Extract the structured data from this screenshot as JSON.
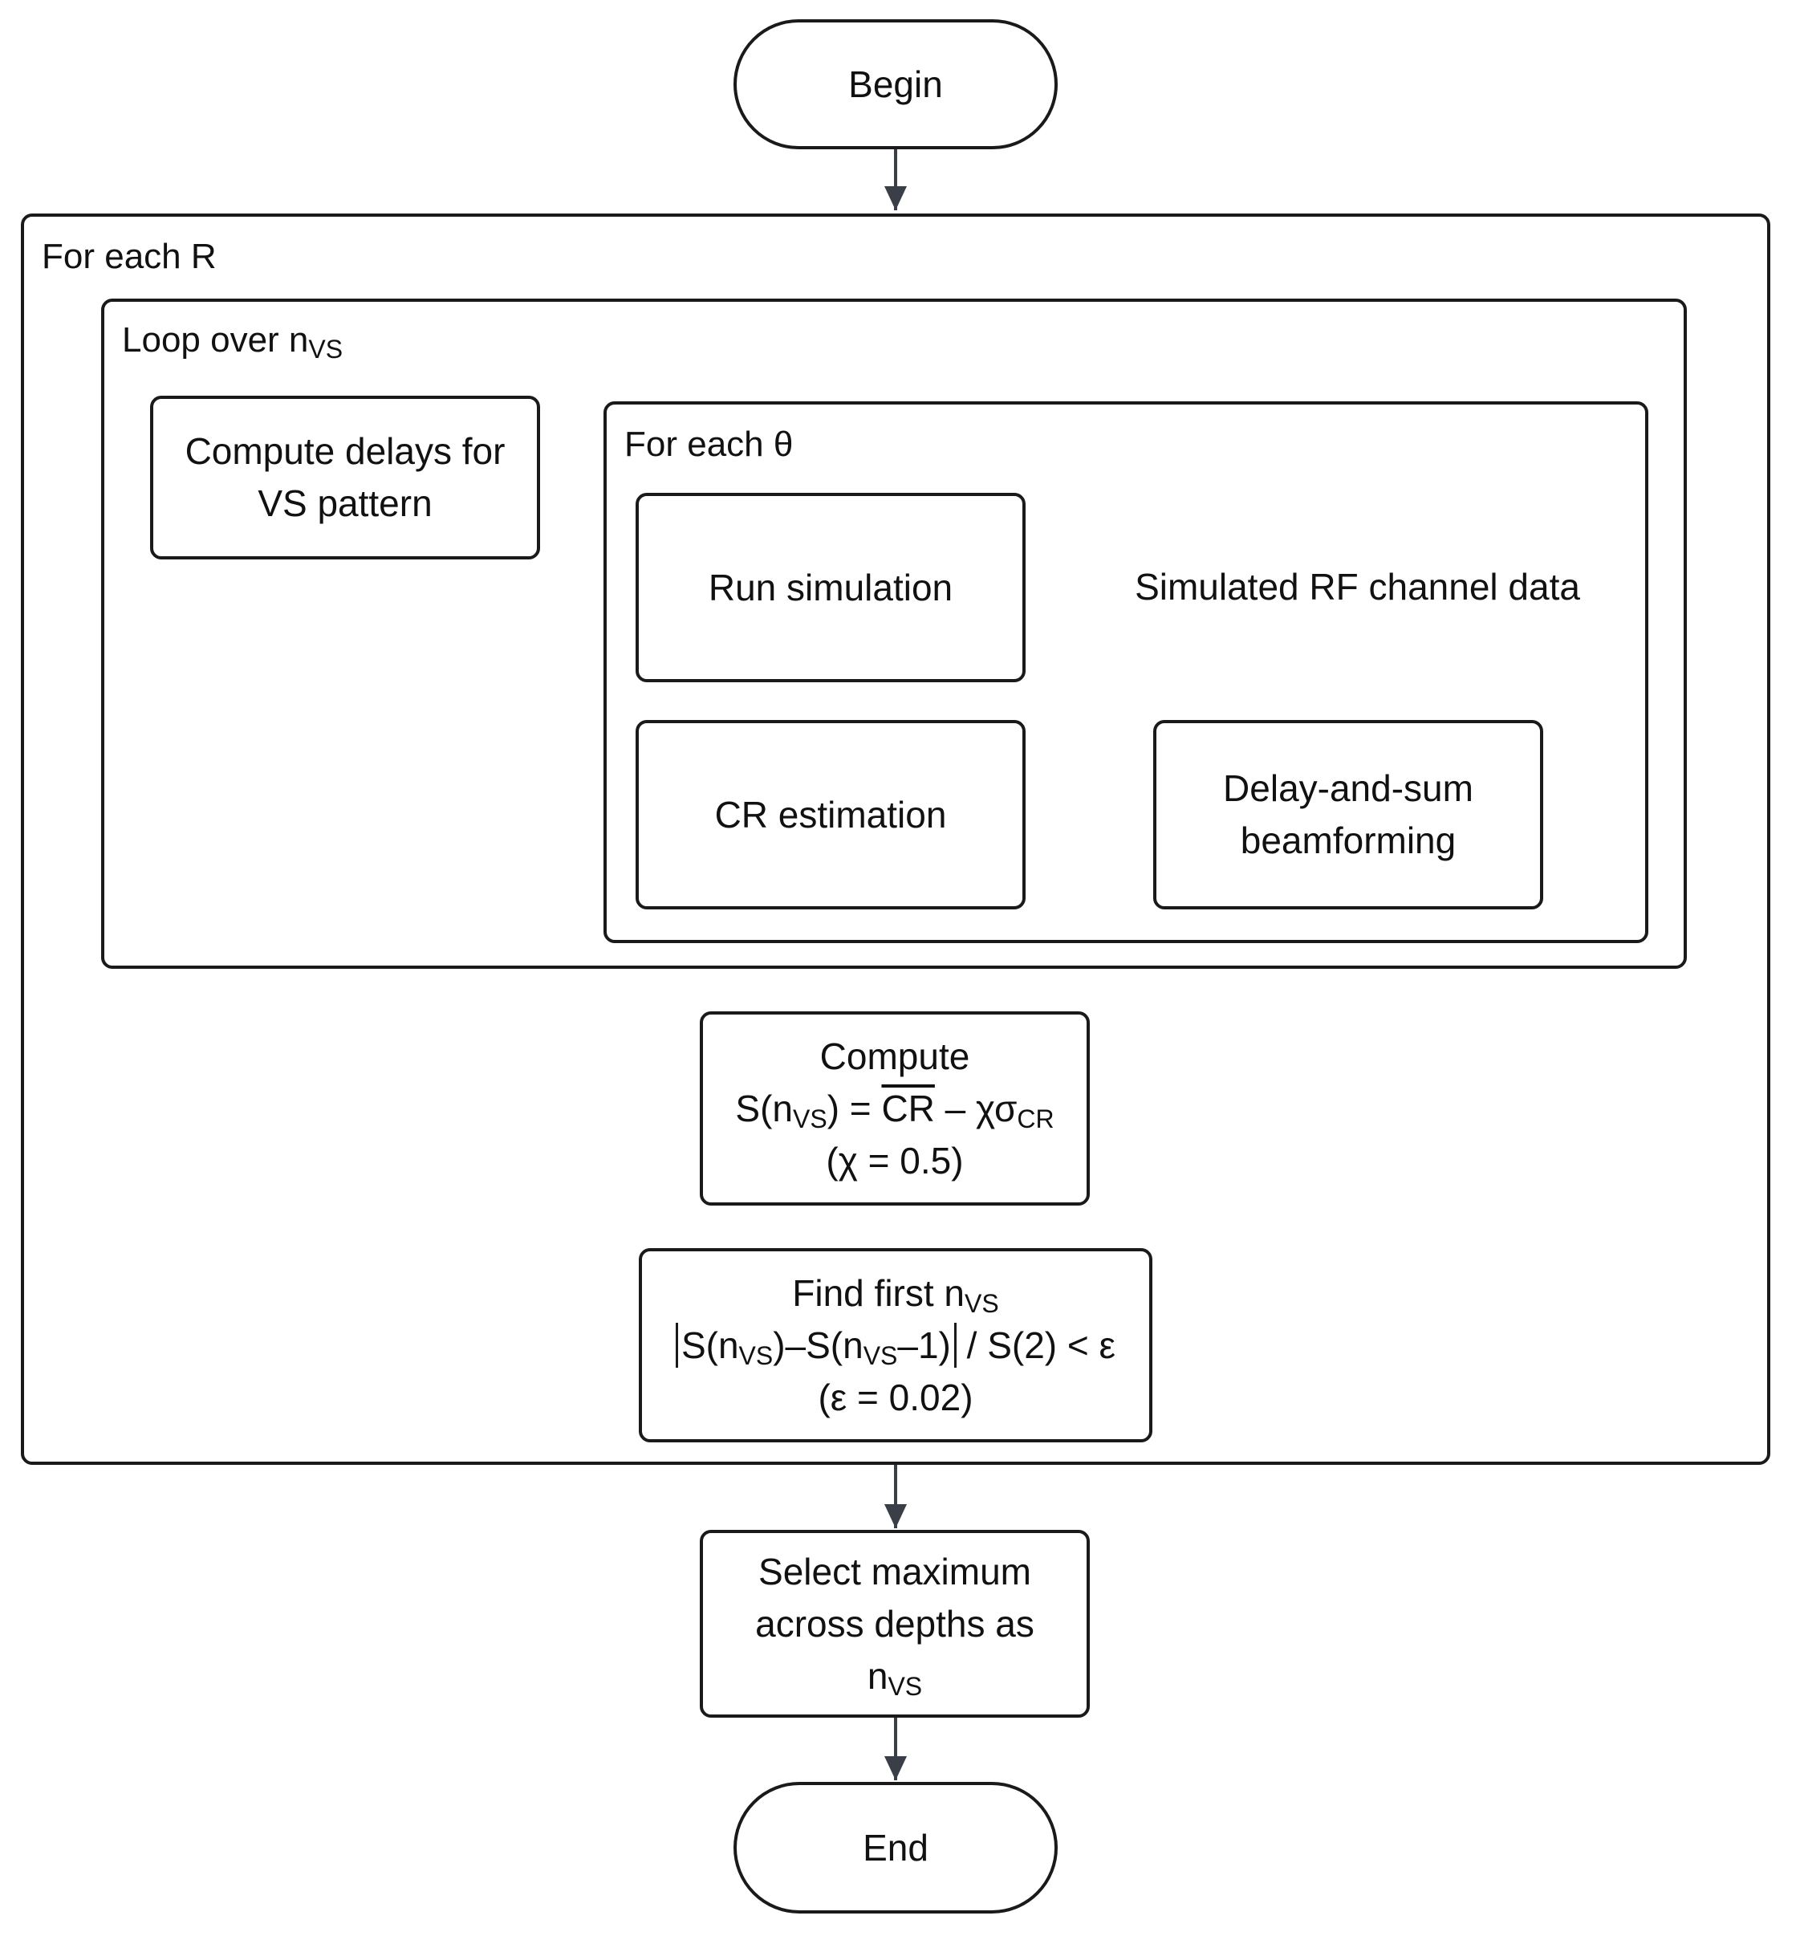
{
  "nodes": {
    "begin": "Begin",
    "end": "End",
    "compute_delays": [
      "Compute delays for",
      "VS pattern"
    ],
    "run_simulation": "Run simulation",
    "simulated_rf": "Simulated RF channel data",
    "das": [
      "Delay-and-sum",
      "beamforming"
    ],
    "cr_estimation": "CR estimation",
    "compute_s": {
      "line1": "Compute",
      "s": "S(n",
      "sub1": "VS",
      "eq": ") = ",
      "cr": "CR",
      "minus": " – χσ",
      "sub2": "CR",
      "chi": "(χ = 0.5)"
    },
    "find_first": {
      "prefix": "Find first n",
      "sub": "VS",
      "a": "S(n",
      "a_sub": "VS",
      "b": ")–S(n",
      "b_sub": "VS",
      "c": "–1)",
      "tail": " / S(2) < ε",
      "eps": "(ε = 0.02)"
    },
    "select_max": {
      "line1": "Select maximum",
      "line2": "across depths as",
      "n": "n",
      "sub": "VS"
    }
  },
  "frames": {
    "for_each_r": "For each R",
    "loop_over": "Loop over n",
    "loop_sub": "VS",
    "for_each_theta": "For each θ"
  }
}
